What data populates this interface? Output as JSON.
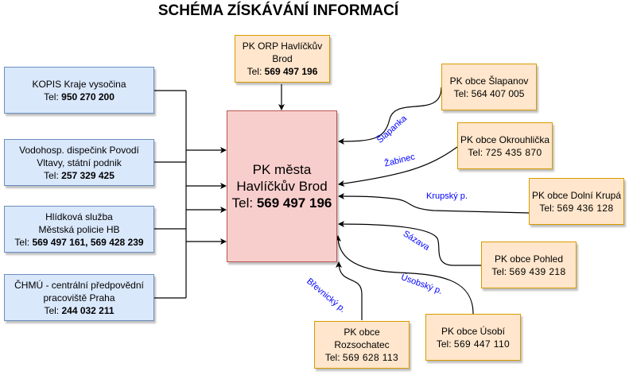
{
  "title": "SCHÉMA ZÍSKÁVÁNÍ INFORMACÍ",
  "center": {
    "line1": "PK města",
    "line2": "Havlíčkův Brod",
    "tel_prefix": "Tel: ",
    "tel": "569 497 196"
  },
  "top_node": {
    "line1": "PK ORP Havlíčkův",
    "line2": "Brod",
    "tel_prefix": "Tel: ",
    "tel": "569 497 196"
  },
  "left_nodes": [
    {
      "line1": "KOPIS Kraje vysočina",
      "line2": "",
      "tel_prefix": "Tel: ",
      "tel": "950 270 200"
    },
    {
      "line1": "Vodohosp. dispečink Povodí",
      "line2": "Vltavy, státní podnik",
      "tel_prefix": "Tel: ",
      "tel": "257 329 425"
    },
    {
      "line1": "Hlídková služba",
      "line2": "Městská policie HB",
      "tel_prefix": "Tel: ",
      "tel": "569 497 161, 569 428 239"
    },
    {
      "line1": "ČHMÚ - centrální předpovědní",
      "line2": "pracoviště Praha",
      "tel_prefix": "Tel: ",
      "tel": "244 032 211"
    }
  ],
  "right_nodes": [
    {
      "line1": "PK obce Šlapanov",
      "line2": "",
      "tel_prefix": "Tel: ",
      "tel": "564 407 005"
    },
    {
      "line1": "PK obce Okrouhlička",
      "line2": "",
      "tel_prefix": "Tel: ",
      "tel": "725 435 870"
    },
    {
      "line1": "PK obce Dolní Krupá",
      "line2": "",
      "tel_prefix": "Tel: ",
      "tel": "569 436 128"
    },
    {
      "line1": "PK obce Pohled",
      "line2": "",
      "tel_prefix": "Tel: ",
      "tel": "569 439 218"
    },
    {
      "line1": "PK obce Úsobí",
      "line2": "",
      "tel_prefix": "Tel: ",
      "tel": "569 447 110"
    },
    {
      "line1": "PK obce",
      "line2": "Rozsochatec",
      "tel_prefix": "Tel: ",
      "tel": "569 628 113"
    }
  ],
  "edge_labels": {
    "slapanka": "Šlapanka",
    "zabinec": "Žabinec",
    "krupsky": "Krupský p.",
    "sazava": "Sázava",
    "usobsky": "Úsobský p.",
    "brevnicky": "Břevnický p."
  },
  "colors": {
    "blue_fill": "#dae8fc",
    "blue_stroke": "#6c8ebf",
    "orange_fill": "#ffe6cc",
    "orange_stroke": "#d79b00",
    "red_fill": "#f8cecc",
    "red_stroke": "#b85450",
    "label": "#0000ff"
  }
}
